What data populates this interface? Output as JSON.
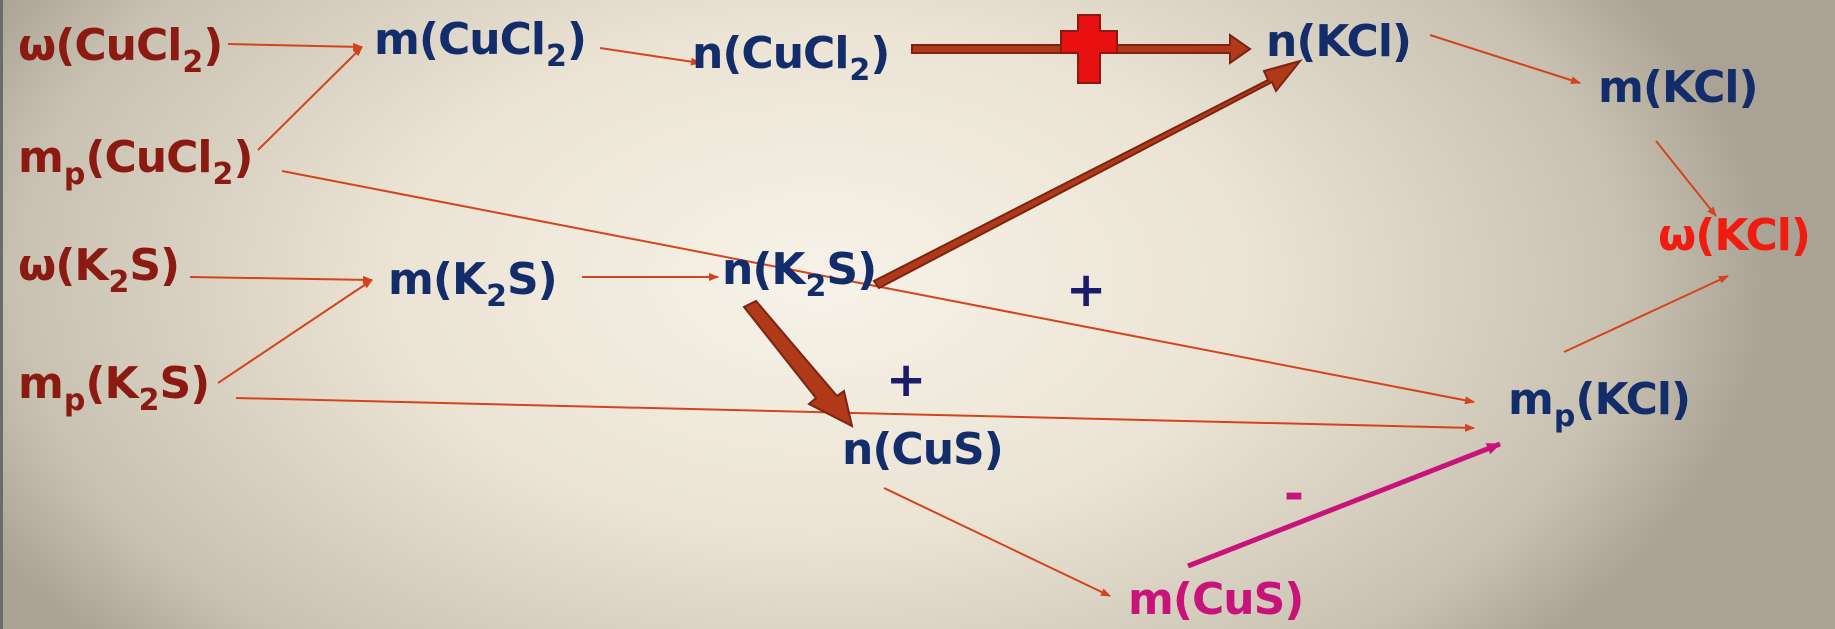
{
  "nodes": {
    "w_cucl2": {
      "pre": "ω(CuCl",
      "sub": "2",
      "post": ")"
    },
    "mp_cucl2": {
      "pre": "m",
      "sub": "p",
      "post": "(CuCl",
      "sub2": "2",
      "post2": ")"
    },
    "w_k2s": {
      "pre": "ω(K",
      "sub": "2",
      "post": "S)"
    },
    "mp_k2s": {
      "pre": "m",
      "sub": "p",
      "post": "(K",
      "sub2": "2",
      "post2": "S)"
    },
    "m_cucl2": {
      "pre": "m(CuCl",
      "sub": "2",
      "post": ")"
    },
    "n_cucl2": {
      "pre": "n(CuCl",
      "sub": "2",
      "post": ")"
    },
    "m_k2s": {
      "pre": "m(K",
      "sub": "2",
      "post": "S)"
    },
    "n_k2s": {
      "pre": "n(K",
      "sub": "2",
      "post": "S)"
    },
    "n_kcl": {
      "text": "n(KCl)"
    },
    "m_kcl": {
      "text": "m(KCl)"
    },
    "w_kcl": {
      "text": "ω(KCl)"
    },
    "mp_kcl": {
      "pre": "m",
      "sub": "p",
      "post": "(KCl)"
    },
    "n_cus": {
      "text": "n(CuS)"
    },
    "m_cus": {
      "text": "m(CuS)"
    }
  },
  "signs": {
    "plus_1": "+",
    "plus_2": "+",
    "minus_1": "-"
  },
  "colors": {
    "given": "#8b1a12",
    "calculated": "#132c6a",
    "target": "#f01c10",
    "subtracted": "#c8147a",
    "thin_arrow": "#d4441c",
    "thick_arrow": "#b0391a",
    "reaction_cross": "#e81010"
  }
}
